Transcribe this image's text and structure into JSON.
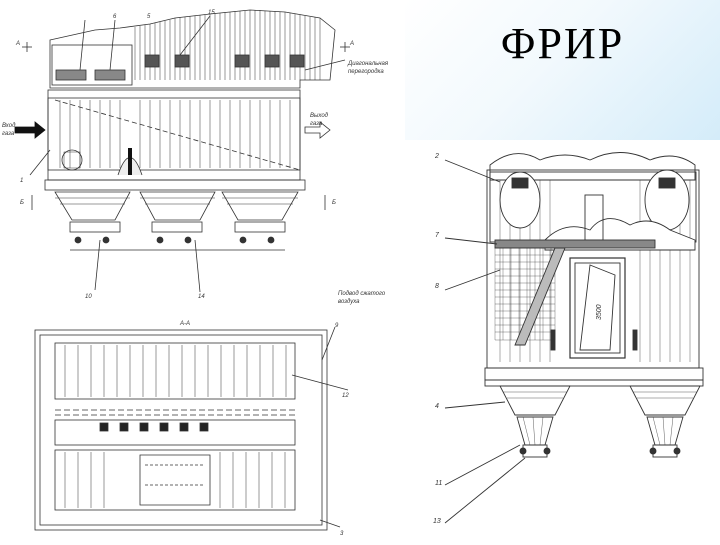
{
  "slide": {
    "title": "ФРИР"
  },
  "left_top": {
    "section_marks": [
      "А",
      "А",
      "Б",
      "Б"
    ],
    "callouts": [
      "6",
      "5",
      "15",
      "1",
      "10",
      "14"
    ],
    "annotations": {
      "diagonal_partition": [
        "Диагональная",
        "перегородка"
      ],
      "gas_inlet": [
        "Вход",
        "газа"
      ],
      "gas_outlet": [
        "Выход",
        "газа"
      ]
    }
  },
  "left_bottom": {
    "section_title": "А-А",
    "callouts": [
      "9",
      "12",
      "3"
    ],
    "annotations": {
      "compressed_air": [
        "Подвод сжатого",
        "воздуха"
      ]
    }
  },
  "right": {
    "callouts": [
      "2",
      "7",
      "8",
      "4",
      "11",
      "13"
    ],
    "dimension": "3500"
  }
}
